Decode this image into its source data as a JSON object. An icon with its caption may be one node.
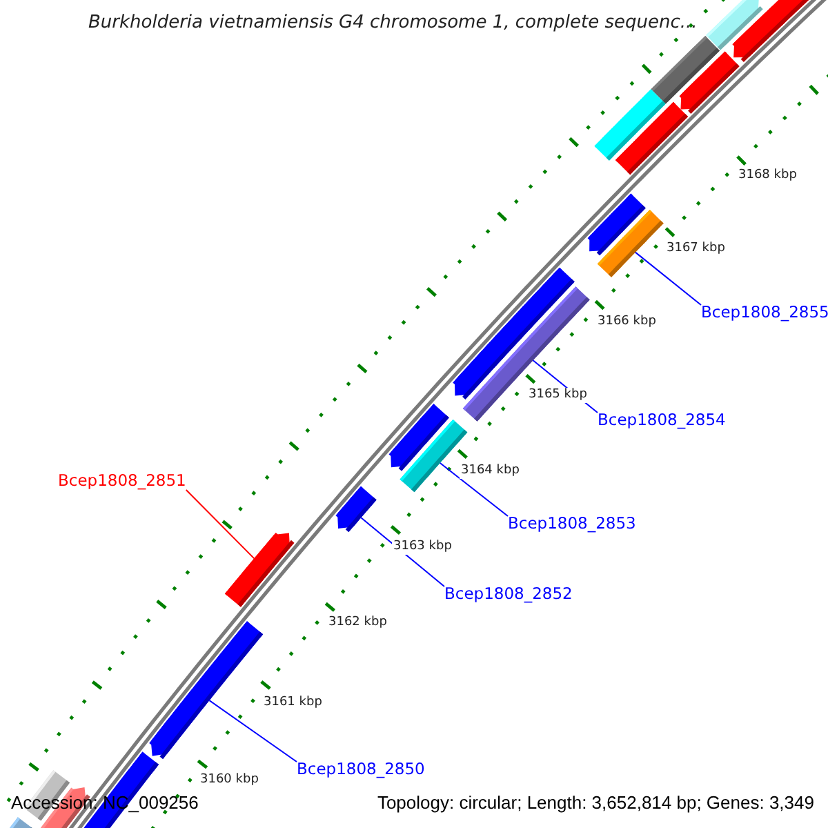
{
  "diagram": {
    "title": "Burkholderia vietnamiensis G4 chromosome 1, complete sequenc...",
    "nodes": [
      {
        "text": [],
        "shape": "arrow"
      },
      {
        "text": [],
        "shape": "arrow"
      },
      {
        "text": [],
        "shape": "bar"
      },
      {
        "text": [],
        "shape": "arrow"
      },
      {
        "text": [],
        "shape": "bar"
      },
      {
        "text": [],
        "shape": "bar"
      },
      {
        "text": [],
        "shape": "arrow"
      },
      {
        "text": [],
        "shape": "bar"
      },
      {
        "text": [
          "Bcep1808_2855"
        ]
      },
      {
        "text": [],
        "shape": "arrow"
      },
      {
        "text": [],
        "shape": "bar"
      },
      {
        "text": [
          "Bcep1808_2854"
        ]
      },
      {
        "text": [],
        "shape": "arrow"
      },
      {
        "text": [],
        "shape": "bar"
      },
      {
        "text": [
          "Bcep1808_2853"
        ]
      },
      {
        "text": [
          "Bcep1808_2851"
        ]
      },
      {
        "text": [],
        "shape": "arrow"
      },
      {
        "text": [],
        "shape": "arrow"
      },
      {
        "text": [
          "Bcep1808_2852"
        ]
      },
      {
        "text": [],
        "shape": "arrow"
      },
      {
        "text": [],
        "shape": "bar"
      },
      {
        "text": [],
        "shape": "bar"
      },
      {
        "text": [
          "Bcep1808_2850"
        ]
      },
      {
        "text": [],
        "shape": "arrow"
      },
      {
        "text": [],
        "shape": "bar"
      }
    ],
    "edges": [
      {
        "from": 8,
        "to": 7,
        "arrow": "none"
      },
      {
        "from": 11,
        "to": 10,
        "arrow": "none"
      },
      {
        "from": 14,
        "to": 13,
        "arrow": "none"
      },
      {
        "from": 15,
        "to": 17,
        "arrow": "none",
        "color": "#ff0000"
      },
      {
        "from": 18,
        "to": 16,
        "arrow": "none"
      },
      {
        "from": 22,
        "to": 19,
        "arrow": "none"
      }
    ],
    "labels": [
      "3168 kbp",
      "3167 kbp",
      "3166 kbp",
      "3165 kbp",
      "3164 kbp",
      "3163 kbp",
      "3162 kbp",
      "3161 kbp",
      "3160 kbp",
      "Accession: NC_009256",
      "Topology: circular; Length: 3,652,814 bp; Genes: 3,349"
    ]
  }
}
